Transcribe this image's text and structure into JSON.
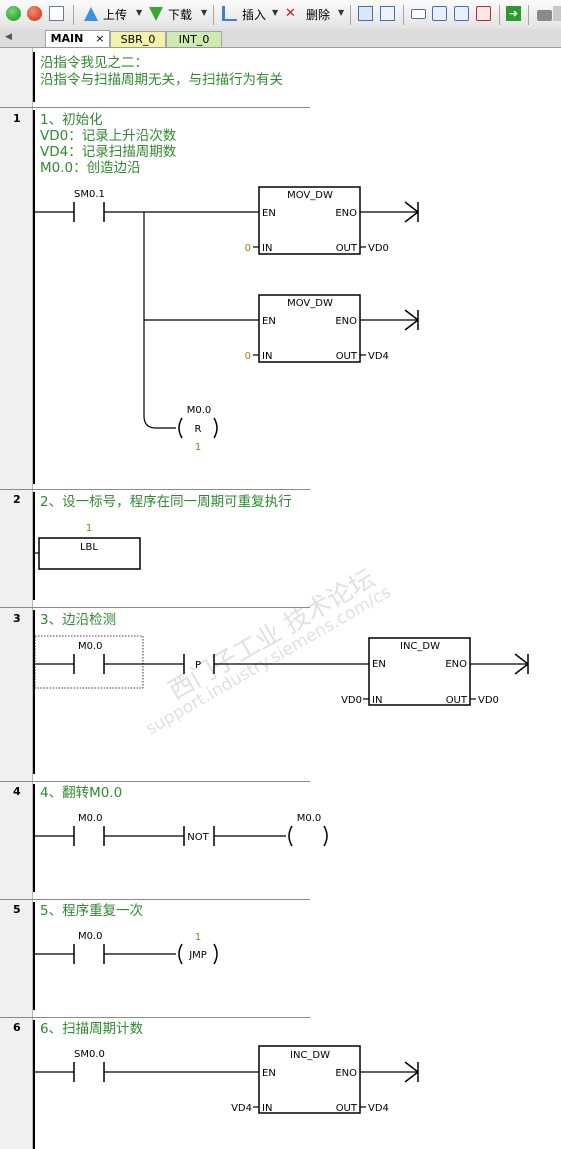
{
  "toolbar": {
    "upload_label": "上传",
    "download_label": "下载",
    "insert_label": "插入",
    "delete_label": "删除"
  },
  "tabs": [
    {
      "label": "MAIN",
      "active": true,
      "close": "×"
    },
    {
      "label": "SBR_0",
      "active": false
    },
    {
      "label": "INT_0",
      "active": false
    }
  ],
  "title_comment": [
    "沿指令我见之二：",
    "沿指令与扫描周期无关，与扫描行为有关"
  ],
  "watermark": [
    "西门子工业 技术论坛",
    "support.industry.siemens.com/cs"
  ],
  "networks": [
    {
      "num": "1",
      "comment": [
        "1、初始化",
        "VD0：记录上升沿次数",
        "VD4：记录扫描周期数",
        "M0.0：创造边沿"
      ]
    },
    {
      "num": "2",
      "comment": [
        "2、设一标号，程序在同一周期可重复执行"
      ]
    },
    {
      "num": "3",
      "comment": [
        "3、边沿检测"
      ]
    },
    {
      "num": "4",
      "comment": [
        "4、翻转M0.0"
      ]
    },
    {
      "num": "5",
      "comment": [
        "5、程序重复一次"
      ]
    },
    {
      "num": "6",
      "comment": [
        "6、扫描周期计数"
      ]
    }
  ],
  "n1": {
    "contact": "SM0.1",
    "box1": {
      "name": "MOV_DW",
      "en": "EN",
      "eno": "ENO",
      "in_pin": "IN",
      "out_pin": "OUT",
      "in_val": "0",
      "out_val": "VD0"
    },
    "box2": {
      "name": "MOV_DW",
      "en": "EN",
      "eno": "ENO",
      "in_pin": "IN",
      "out_pin": "OUT",
      "in_val": "0",
      "out_val": "VD4"
    },
    "coil": {
      "addr": "M0.0",
      "op": "R",
      "n": "1"
    }
  },
  "n2": {
    "lbl": "LBL",
    "n": "1"
  },
  "n3": {
    "contact": "M0.0",
    "p": "P",
    "box": {
      "name": "INC_DW",
      "en": "EN",
      "eno": "ENO",
      "in_pin": "IN",
      "out_pin": "OUT",
      "in_val": "VD0",
      "out_val": "VD0"
    }
  },
  "n4": {
    "contact": "M0.0",
    "not": "NOT",
    "coil": "M0.0"
  },
  "n5": {
    "contact": "M0.0",
    "n": "1",
    "jmp": "JMP"
  },
  "n6": {
    "contact": "SM0.0",
    "box": {
      "name": "INC_DW",
      "en": "EN",
      "eno": "ENO",
      "in_pin": "IN",
      "out_pin": "OUT",
      "in_val": "VD4",
      "out_val": "VD4"
    }
  }
}
